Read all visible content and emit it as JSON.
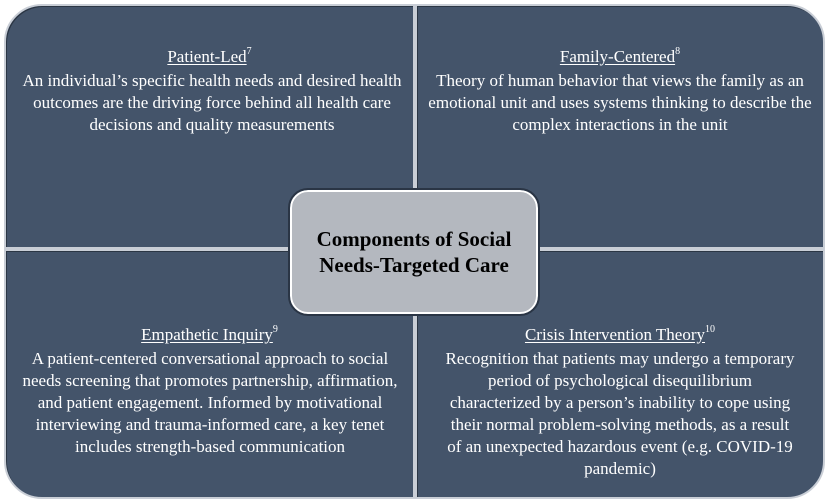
{
  "center": {
    "title": "Components of Social Needs-Targeted Care"
  },
  "quadrants": {
    "top_left": {
      "title": "Patient-Led",
      "ref": "7",
      "body": "An individual’s specific health needs and desired health outcomes are the driving force behind all health care decisions and quality measurements"
    },
    "top_right": {
      "title": "Family-Centered",
      "ref": "8",
      "body": "Theory of human behavior that views the family as an emotional unit and uses systems thinking to describe the complex interactions in the unit"
    },
    "bottom_left": {
      "title": "Empathetic Inquiry",
      "ref": "9",
      "body": "A  patient-centered conversational approach to social needs screening that promotes partnership, affirmation, and patient engagement.  Informed by motivational interviewing and trauma-informed care, a key tenet includes strength-based communication"
    },
    "bottom_right": {
      "title": "Crisis Intervention Theory",
      "ref": "10",
      "body": "Recognition that patients may undergo a temporary period of psychological disequilibrium characterized by a person’s inability to cope using their normal problem-solving methods, as a result of an unexpected hazardous event (e.g. COVID-19 pandemic)"
    }
  },
  "colors": {
    "quadrant_fill": "#44546a",
    "quadrant_border": "#c9ced6",
    "center_fill": "#b4b8bf",
    "text_light": "#ffffff",
    "text_dark": "#000000"
  }
}
